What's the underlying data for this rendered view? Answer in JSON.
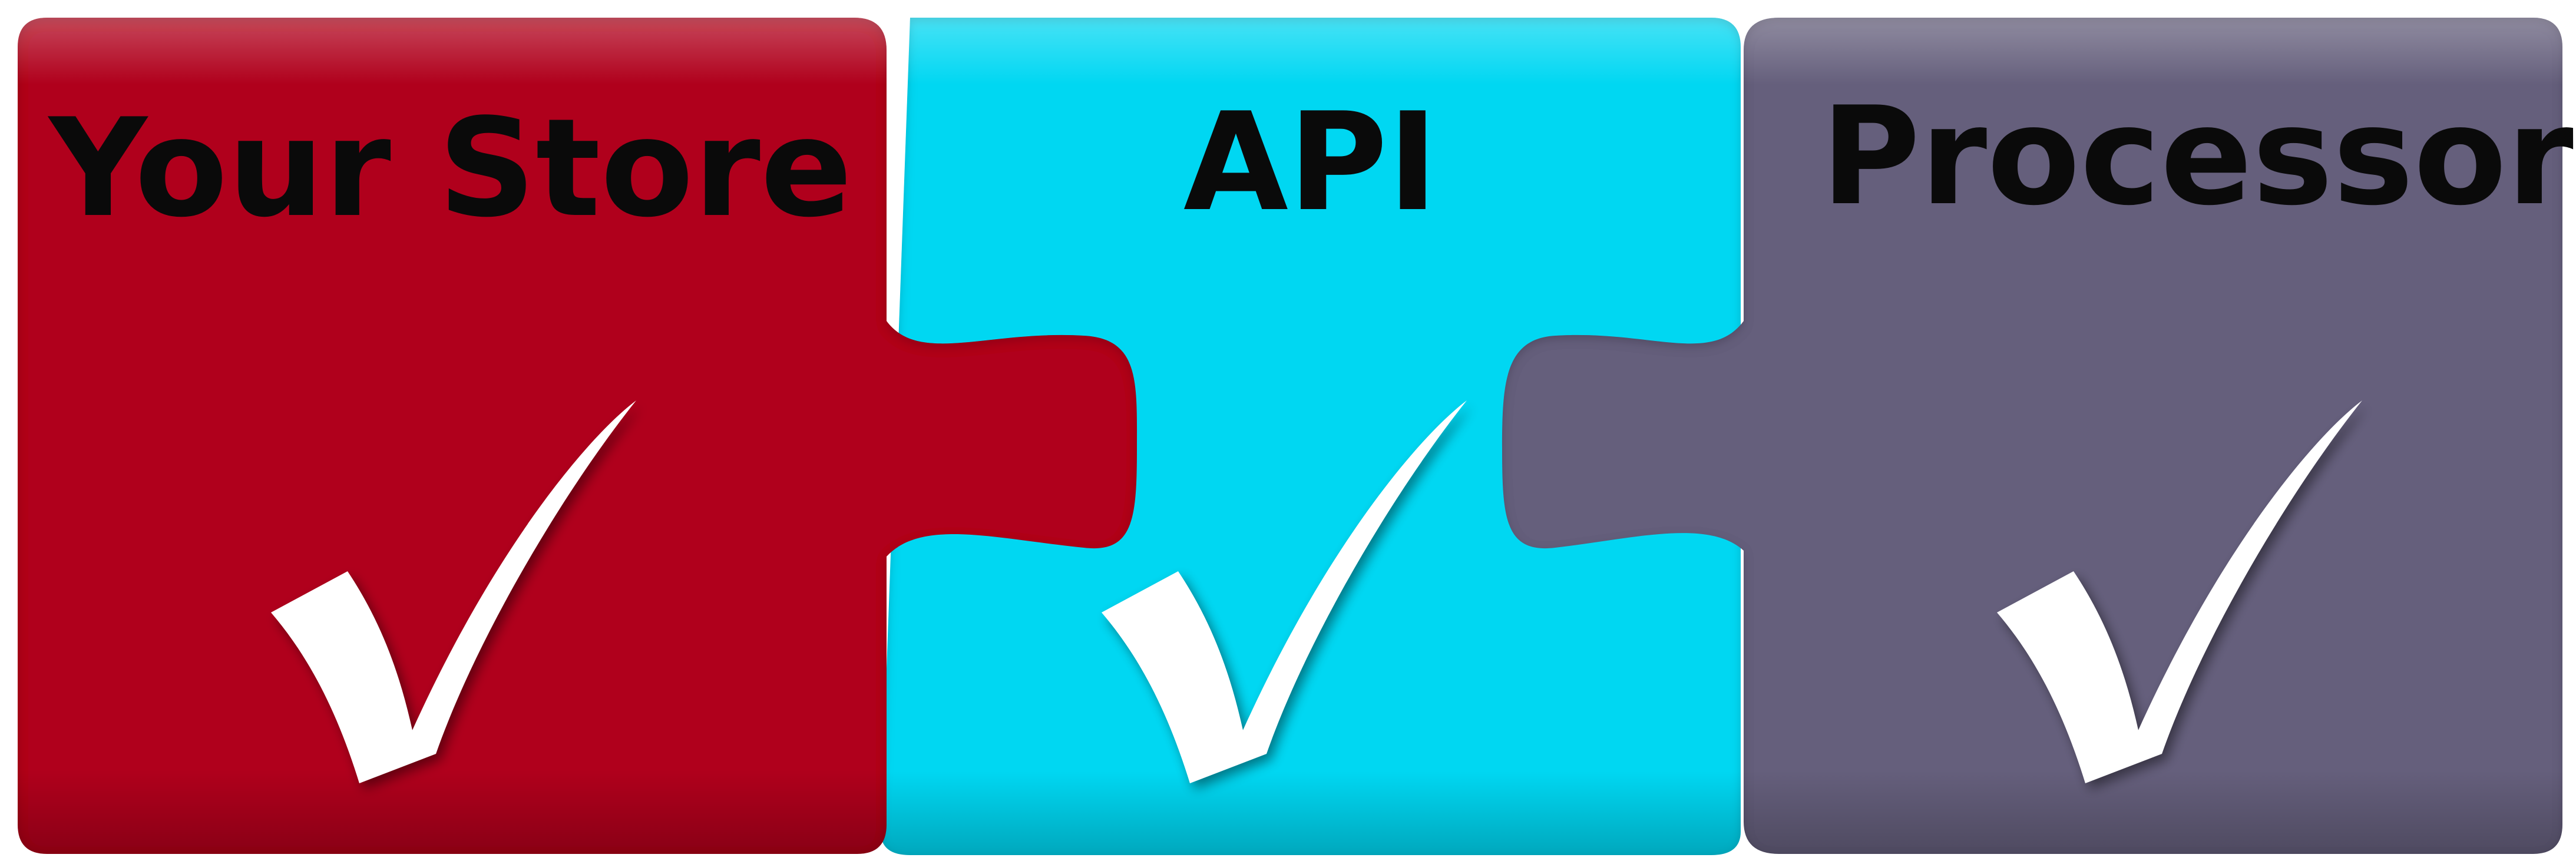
{
  "pieces": [
    {
      "label": "Your Store",
      "color": "#b0001a",
      "icon": "check-icon"
    },
    {
      "label": "API",
      "color": "#00d7f2",
      "icon": "check-icon"
    },
    {
      "label": "Processor",
      "color": "#655e7c",
      "icon": "check-icon"
    }
  ],
  "colors": {
    "checkmark": "#ffffff",
    "background": "#ffffff"
  }
}
